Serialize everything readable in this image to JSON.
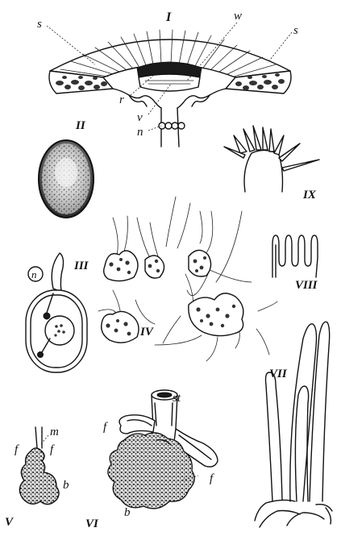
{
  "plate": {
    "figures": {
      "I": {
        "numeral": "I",
        "labels": {
          "s_left": "s",
          "s_right": "s",
          "w": "w",
          "r": "r",
          "v": "v",
          "n": "n"
        }
      },
      "II": {
        "numeral": "II"
      },
      "III": {
        "numeral": "III",
        "labels": {
          "n": "n"
        }
      },
      "IV": {
        "numeral": "IV"
      },
      "V": {
        "numeral": "V",
        "labels": {
          "m": "m",
          "f_left": "f",
          "f_right": "f",
          "b": "b"
        }
      },
      "VI": {
        "numeral": "VI",
        "labels": {
          "st": "st",
          "f_left": "f",
          "f_right": "f",
          "b": "b"
        }
      },
      "VII": {
        "numeral": "VII"
      },
      "VIII": {
        "numeral": "VIII"
      },
      "IX": {
        "numeral": "IX"
      }
    }
  }
}
